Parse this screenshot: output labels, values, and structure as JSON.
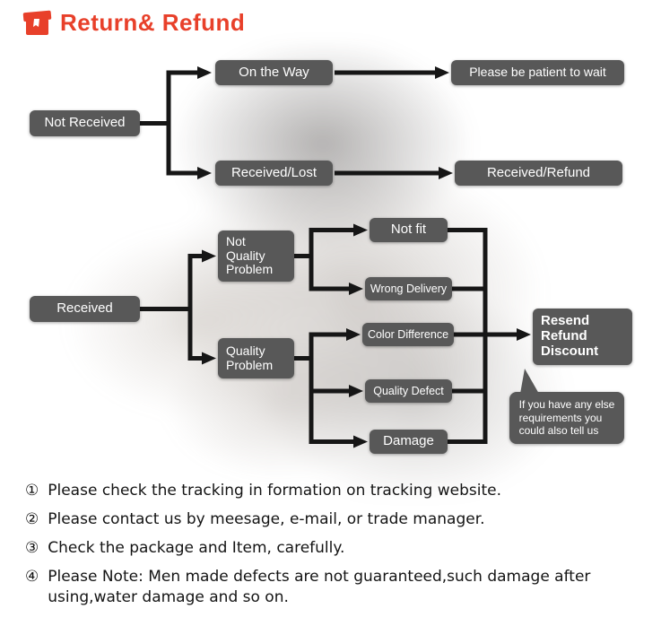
{
  "header": {
    "title": "Return& Refund"
  },
  "colors": {
    "accent": "#e8402a",
    "node_bg": "#585858",
    "connector": "#161616"
  },
  "flowchart": {
    "not_received": "Not Received",
    "on_the_way": "On the Way",
    "be_patient": "Please be patient to wait",
    "received_lost": "Received/Lost",
    "received_refund": "Received/Refund",
    "received": "Received",
    "not_quality_problem": "Not\nQuality\nProblem",
    "quality_problem": "Quality\nProblem",
    "not_fit": "Not fit",
    "wrong_delivery": "Wrong Delivery",
    "color_difference": "Color Difference",
    "quality_defect": "Quality Defect",
    "damage": "Damage",
    "resend": "Resend\nRefund\nDiscount",
    "bubble": "If you have any else\nrequirements you\ncould also tell us"
  },
  "notes": [
    {
      "num": "①",
      "text": "Please check the tracking in formation on tracking website."
    },
    {
      "num": "②",
      "text": "Please contact us by meesage, e-mail, or trade manager."
    },
    {
      "num": "③",
      "text": "Check the package and Item, carefully."
    },
    {
      "num": "④",
      "text": "Please Note: Men made defects  are not guaranteed,such damage after using,water damage and so on."
    }
  ]
}
